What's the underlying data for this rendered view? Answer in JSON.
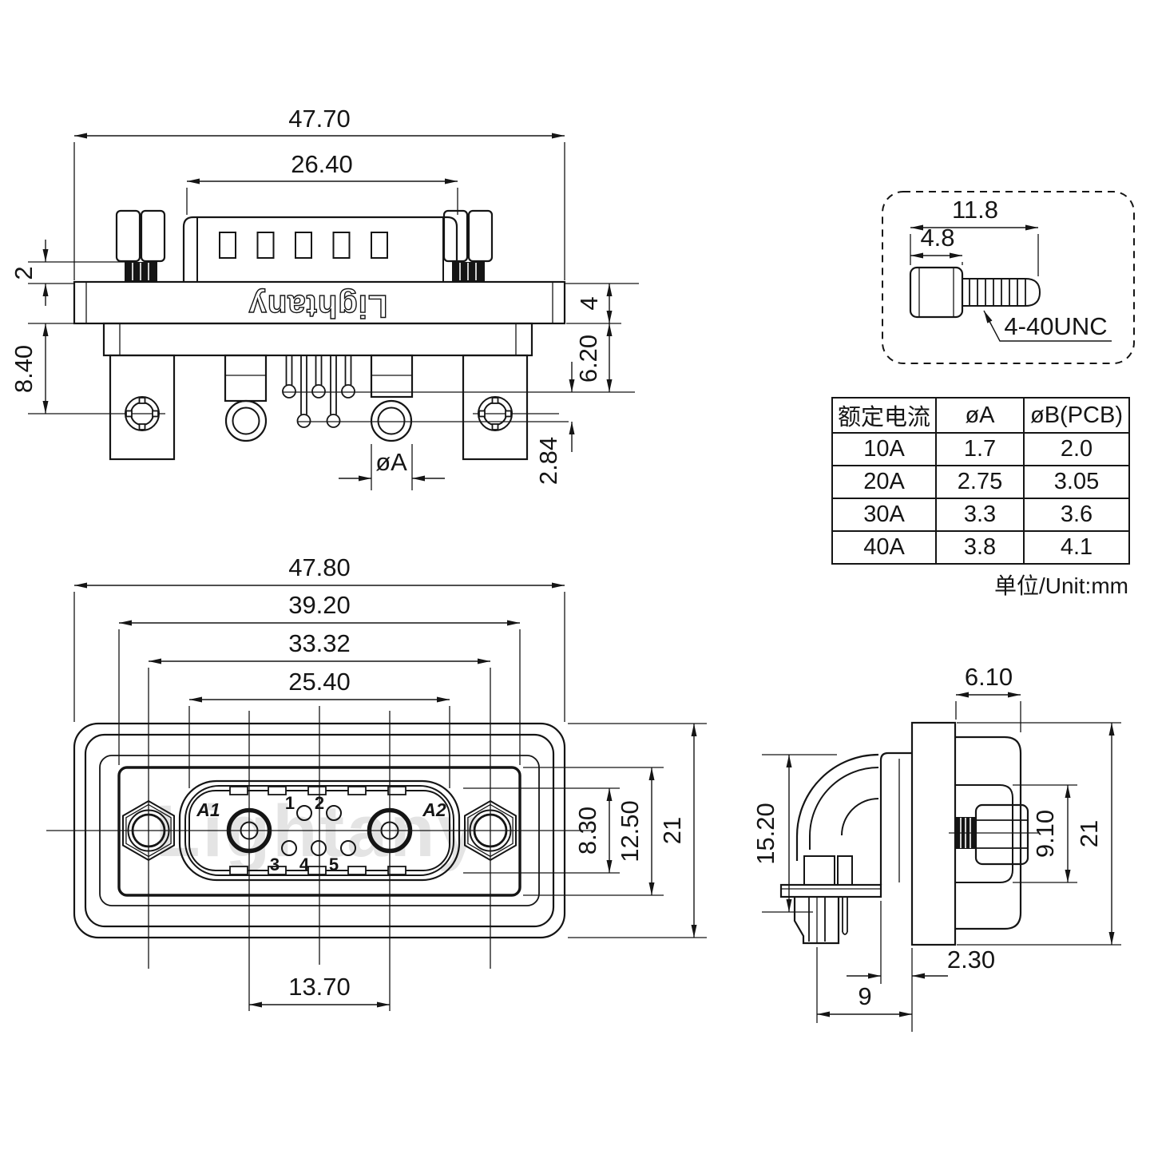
{
  "drawing": {
    "colors": {
      "line": "#151515",
      "watermark_gray": "#e4e4e4",
      "background": "#ffffff"
    },
    "watermark": "Lightany",
    "unit_note": "单位/Unit:mm",
    "top_view": {
      "brand_engraving": "Lightany",
      "dim_total_width": "47.70",
      "dim_body_width": "26.40",
      "dim_lip": "2",
      "dim_bracket_depth": "8.40",
      "dim_flange_thickness": "4",
      "dim_throat": "6.20",
      "dim_pin_stagger": "2.84",
      "dim_contact_dia": "øA"
    },
    "screw_detail": {
      "dim_total_length": "11.8",
      "dim_head_length": "4.8",
      "thread_label": "4-40UNC"
    },
    "spec_table": {
      "col_headers": [
        "额定电流",
        "øA",
        "øB(PCB)"
      ],
      "rows": [
        [
          "10A",
          "1.7",
          "2.0"
        ],
        [
          "20A",
          "2.75",
          "3.05"
        ],
        [
          "30A",
          "3.3",
          "3.6"
        ],
        [
          "40A",
          "3.8",
          "4.1"
        ]
      ]
    },
    "front_view": {
      "dim_total_width": "47.80",
      "dim_flange_width": "39.20",
      "dim_mount_spacing": "33.32",
      "dim_insert_width": "25.40",
      "dim_contact_pitch": "13.70",
      "dim_insert_height": "8.30",
      "dim_boss_height": "12.50",
      "dim_total_height": "21",
      "labels": {
        "a1": "A1",
        "a2": "A2",
        "p1": "1",
        "p2": "2",
        "p3": "3",
        "p4": "4",
        "p5": "5"
      }
    },
    "side_view": {
      "dim_rear_depth": "6.10",
      "dim_body_height": "15.20",
      "dim_screw_head": "9.10",
      "dim_total_height": "21",
      "dim_panel_gap": "2.30",
      "dim_pin_to_flange": "9"
    }
  }
}
